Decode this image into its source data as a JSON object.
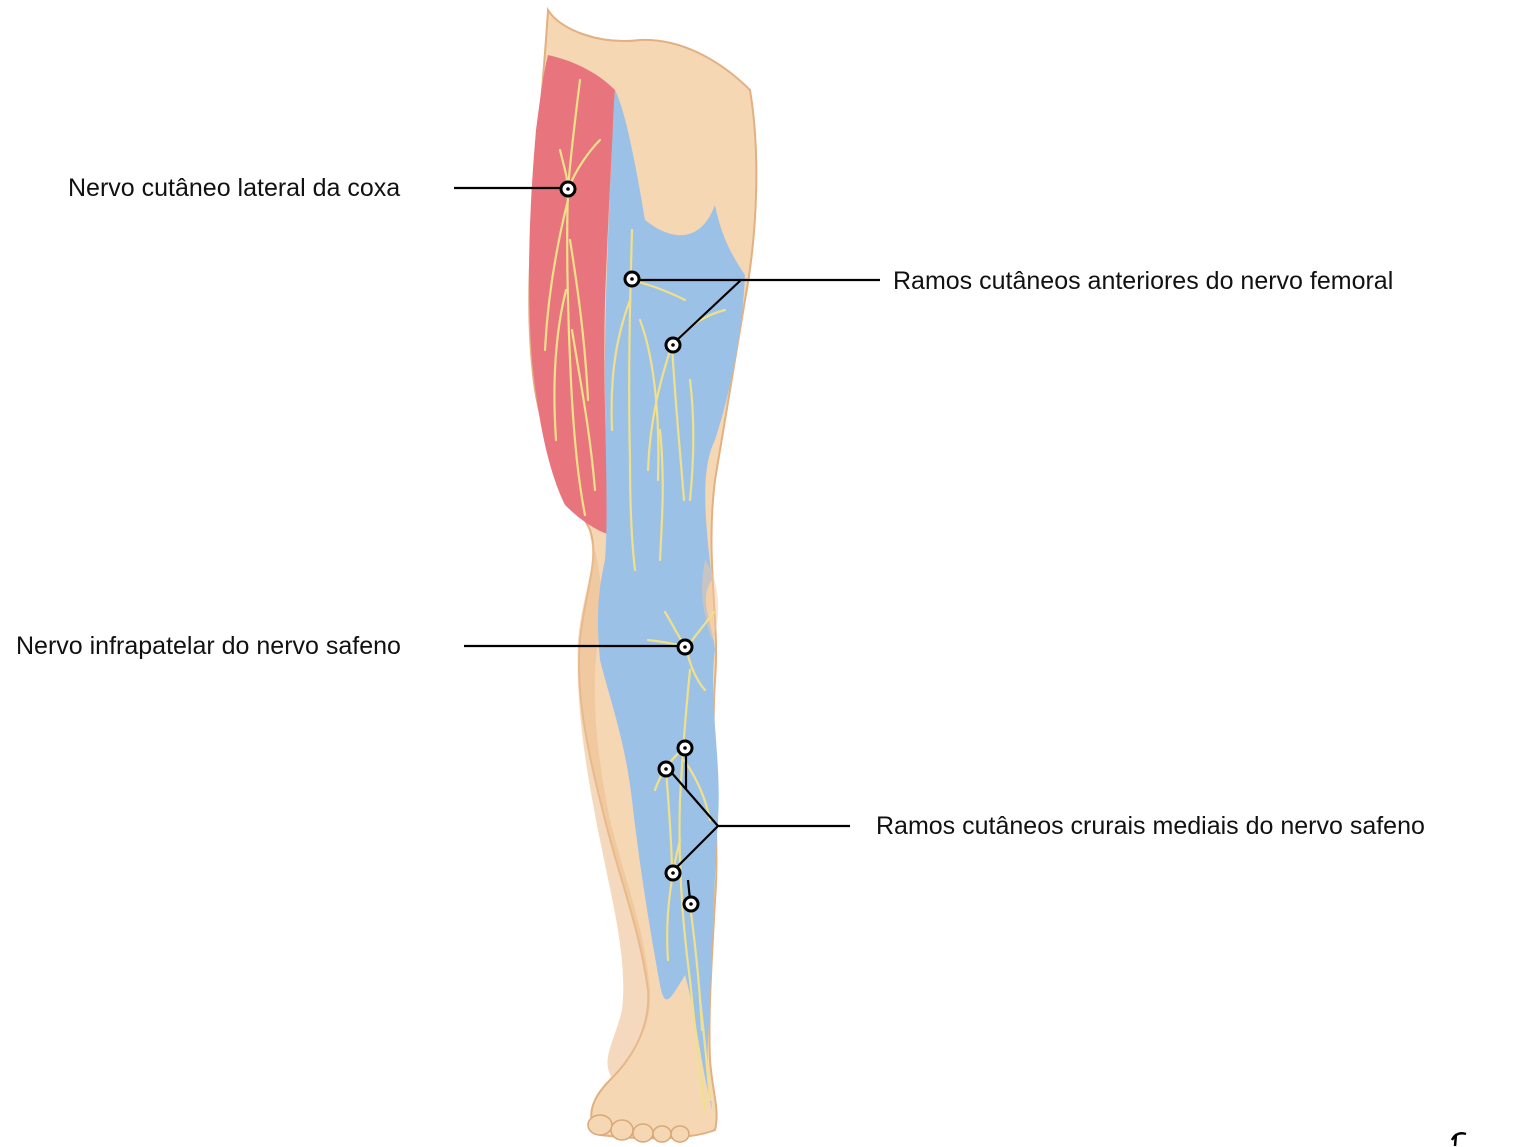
{
  "labels": {
    "lateral_cutaneous_thigh": "Nervo cutâneo lateral da coxa",
    "anterior_cutaneous_femoral": "Ramos cutâneos anteriores do nervo femoral",
    "infrapatellar_saphenous": "Nervo infrapatelar do nervo safeno",
    "medial_crural_saphenous": "Ramos cutâneos crurais mediais do nervo safeno"
  },
  "colors": {
    "background": "#ffffff",
    "skin": "#f6d7b3",
    "skin_shadow": "#e9b98a",
    "lateral_region": "#e8757e",
    "femoral_saphenous_region": "#9cc1e6",
    "nerve": "#f0e08a",
    "leader_line": "#000000",
    "label_text": "#111111"
  }
}
